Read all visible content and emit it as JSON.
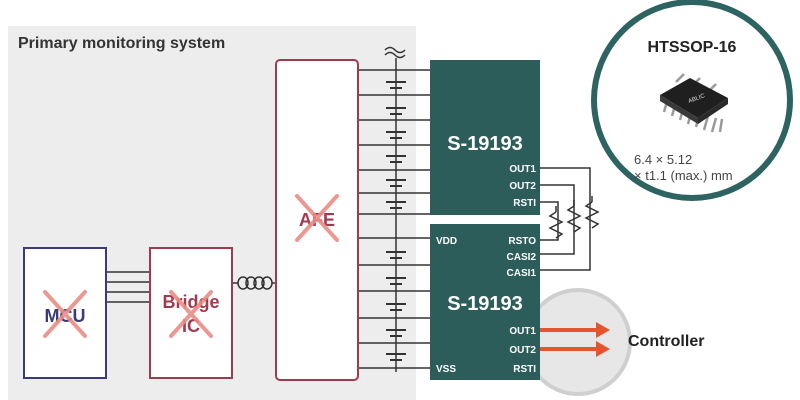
{
  "diagram": {
    "region_title": "Primary monitoring system",
    "blocks": {
      "mcu": "MCU",
      "bridge_line1": "Bridge",
      "bridge_line2": "IC",
      "afe": "AFE"
    },
    "chips": [
      {
        "name": "S-19193",
        "pins_right": [
          "OUT1",
          "OUT2",
          "RSTI"
        ],
        "pins_left": []
      },
      {
        "name": "S-19193",
        "pins_right": [
          "RSTO",
          "CASI2",
          "CASI1",
          "OUT1",
          "OUT2",
          "RSTI"
        ],
        "pins_left": [
          "VDD",
          "VSS"
        ]
      }
    ],
    "package": {
      "name": "HTSSOP-16",
      "chip_brand": "ABLIC",
      "dim_line1": "6.4 × 5.12",
      "dim_line2": "× t1.1 (max.) mm"
    },
    "controller_label": "Controller",
    "colors": {
      "chip": "#2c5d5b",
      "block_mcu": "#3b3a7a",
      "block_other": "#a03a4f",
      "cross": "#e98d86",
      "arrow": "#e4552f",
      "region_bg": "#ededed",
      "package_ring": "#2d6361"
    }
  }
}
